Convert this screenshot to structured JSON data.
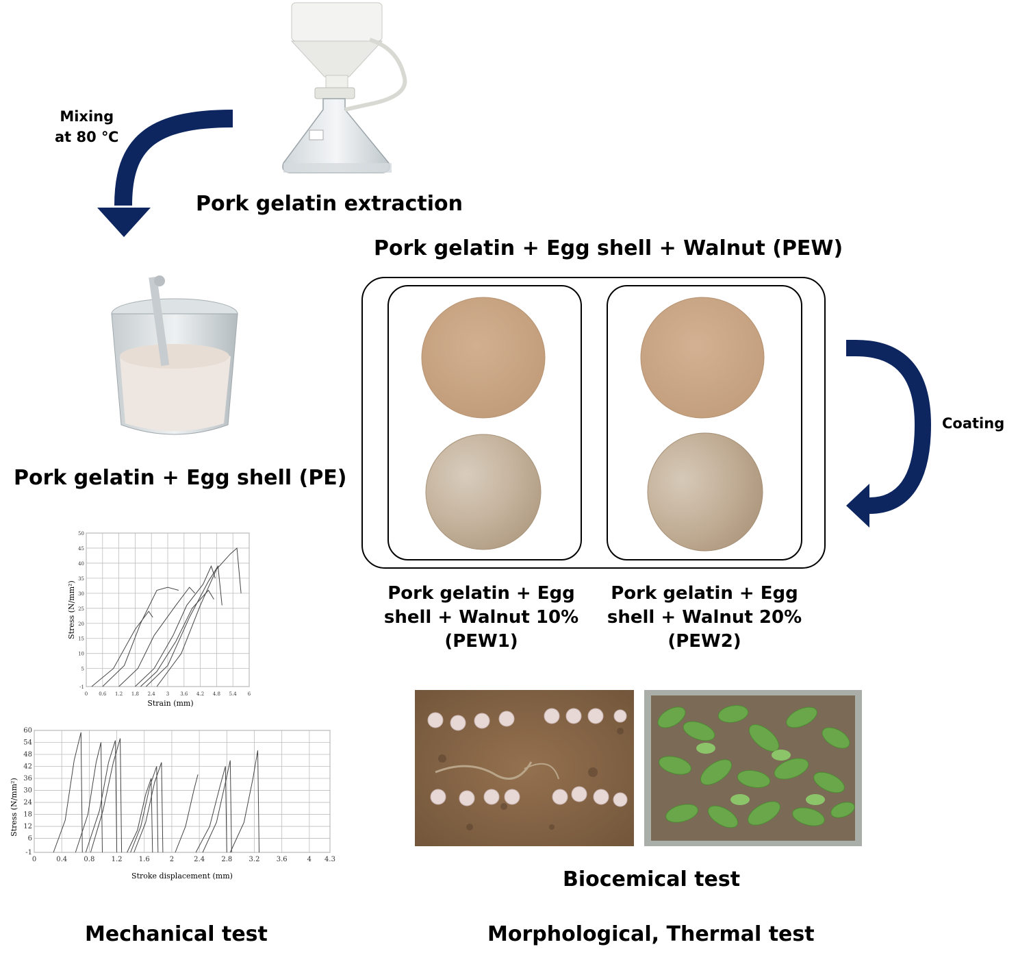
{
  "labels": {
    "mixing_line1": "Mixing",
    "mixing_line2": "at 80 ℃",
    "extraction": "Pork gelatin extraction",
    "pe": "Pork gelatin + Egg shell (PE)",
    "pew": "Pork gelatin + Egg shell + Walnut (PEW)",
    "coating": "Coating",
    "pew1_line1": "Pork gelatin + Egg",
    "pew1_line2": "shell + Walnut 10%",
    "pew1_line3": "(PEW1)",
    "pew2_line1": "Pork gelatin + Egg",
    "pew2_line2": "shell + Walnut 20%",
    "pew2_line3": "(PEW2)",
    "biochemical": "Biocemical test",
    "mechanical": "Mechanical test",
    "morph_thermal": "Morphological, Thermal test"
  },
  "colors": {
    "arrow": "#0d2660",
    "film_dry": "#c9a582",
    "film_coated": "#bfa98f",
    "soil": "#8a6a4a",
    "leaf": "#6aa64a",
    "grid": "#bdbdbd",
    "curve": "#444444"
  },
  "icons": {
    "extraction_photo": "filter-funnel-flask-icon",
    "pe_photo": "beaker-icon",
    "soil_photo": "soil-burial-icon",
    "plant_photo": "seedling-tray-icon"
  },
  "chart_data": [
    {
      "type": "line",
      "xlabel": "Strain (mm)",
      "ylabel": "Stress (N/mm²)",
      "xticks": [
        "0",
        "0.6",
        "1.2",
        "1.8",
        "2.4",
        "3",
        "3.6",
        "4.2",
        "4.8",
        "5.4",
        "6"
      ],
      "yticks": [
        "-1",
        "5",
        "10",
        "15",
        "20",
        "25",
        "30",
        "35",
        "40",
        "45",
        "50"
      ],
      "xlim": [
        0,
        6
      ],
      "ylim": [
        -1,
        50
      ],
      "series": [
        {
          "x": [
            0.2,
            1.0,
            1.8,
            2.3,
            2.45
          ],
          "y": [
            -1,
            5,
            18,
            24,
            22
          ]
        },
        {
          "x": [
            0.6,
            1.4,
            2.0,
            2.6,
            3.0,
            3.4
          ],
          "y": [
            -1,
            6,
            20,
            31,
            32,
            31
          ]
        },
        {
          "x": [
            1.2,
            1.9,
            2.5,
            3.3,
            3.8,
            4.0
          ],
          "y": [
            -1,
            5,
            16,
            26,
            32,
            30
          ]
        },
        {
          "x": [
            1.8,
            2.5,
            3.2,
            3.7,
            4.3,
            4.6,
            4.75
          ],
          "y": [
            -1,
            5,
            16,
            26,
            33,
            39,
            35
          ]
        },
        {
          "x": [
            2.2,
            3.0,
            3.8,
            4.5,
            4.85,
            5.0
          ],
          "y": [
            -1,
            6,
            22,
            34,
            39,
            26
          ]
        },
        {
          "x": [
            2.6,
            3.5,
            4.2,
            4.8,
            5.3,
            5.55,
            5.7
          ],
          "y": [
            -1,
            10,
            26,
            38,
            43,
            45,
            30
          ]
        },
        {
          "x": [
            2.0,
            2.6,
            3.3,
            3.9,
            4.5,
            4.7
          ],
          "y": [
            -1,
            4,
            14,
            25,
            31,
            28
          ]
        }
      ]
    },
    {
      "type": "line",
      "xlabel": "Stroke displacement (mm)",
      "ylabel": "Stress (N/mm²)",
      "xticks": [
        "0",
        "0.4",
        "0.8",
        "1.2",
        "1.6",
        "2",
        "2.4",
        "2.8",
        "3.2",
        "3.6",
        "4",
        "4.3"
      ],
      "yticks": [
        "-1",
        "6",
        "12",
        "18",
        "24",
        "30",
        "36",
        "42",
        "48",
        "54",
        "60"
      ],
      "xlim": [
        0,
        4.3
      ],
      "ylim": [
        -1,
        60
      ],
      "series": [
        {
          "x": [
            0.28,
            0.45,
            0.58,
            0.68,
            0.7
          ],
          "y": [
            -1,
            15,
            45,
            59,
            -1
          ]
        },
        {
          "x": [
            0.6,
            0.78,
            0.9,
            0.97,
            0.99
          ],
          "y": [
            -1,
            18,
            44,
            54,
            -1
          ]
        },
        {
          "x": [
            0.75,
            0.95,
            1.08,
            1.18,
            1.2
          ],
          "y": [
            -1,
            20,
            44,
            55,
            -1
          ]
        },
        {
          "x": [
            0.82,
            1.0,
            1.15,
            1.25,
            1.27
          ],
          "y": [
            -1,
            20,
            44,
            56,
            -1
          ]
        },
        {
          "x": [
            1.4,
            1.55,
            1.68,
            1.78,
            1.8
          ],
          "y": [
            -1,
            12,
            32,
            42,
            -1
          ]
        },
        {
          "x": [
            1.45,
            1.62,
            1.75,
            1.85,
            1.87
          ],
          "y": [
            -1,
            14,
            34,
            44,
            -1
          ]
        },
        {
          "x": [
            1.35,
            1.5,
            1.62,
            1.7,
            1.72
          ],
          "y": [
            -1,
            10,
            28,
            36,
            -1
          ]
        },
        {
          "x": [
            2.05,
            2.2,
            2.32,
            2.38
          ],
          "y": [
            -1,
            12,
            30,
            38
          ]
        },
        {
          "x": [
            2.35,
            2.55,
            2.7,
            2.78,
            2.8
          ],
          "y": [
            -1,
            12,
            32,
            42,
            -1
          ]
        },
        {
          "x": [
            2.45,
            2.65,
            2.78,
            2.85,
            2.87
          ],
          "y": [
            -1,
            14,
            34,
            45,
            -1
          ]
        },
        {
          "x": [
            2.85,
            3.05,
            3.18,
            3.25,
            3.27
          ],
          "y": [
            -1,
            14,
            36,
            50,
            -1
          ]
        }
      ]
    }
  ]
}
